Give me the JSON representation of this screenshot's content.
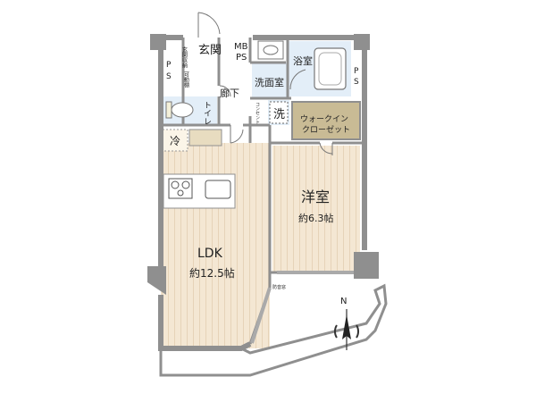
{
  "rooms": {
    "genkan": "玄関",
    "genkan_storage": "玄関収納",
    "mb_ps_1": "MB",
    "mb_ps_2": "PS",
    "ps_left_1": "P",
    "ps_left_2": "S",
    "ps_right_1": "P",
    "ps_right_2": "S",
    "movable_shelf": "可動棚",
    "bath": "浴室",
    "washroom": "洗面室",
    "washer": "洗",
    "corridor": "廊下",
    "toilet": "トイレ",
    "concent": "コンセント",
    "wic_1": "ウォークイン",
    "wic_2": "クローゼット",
    "fridge": "冷",
    "yoshitsu": "洋室",
    "yoshitsu_size": "約6.3帖",
    "ldk": "LDK",
    "ldk_size": "約12.5帖",
    "window_note": "防音窓"
  },
  "compass": {
    "label": "N"
  },
  "colors": {
    "wall": "#8f8f8f",
    "floor": "#f4e7d3",
    "floor_line": "#e6d3b8",
    "wet": "#e3eef8",
    "wic": "#c9bb95",
    "fridge": "#fbf5e8"
  }
}
